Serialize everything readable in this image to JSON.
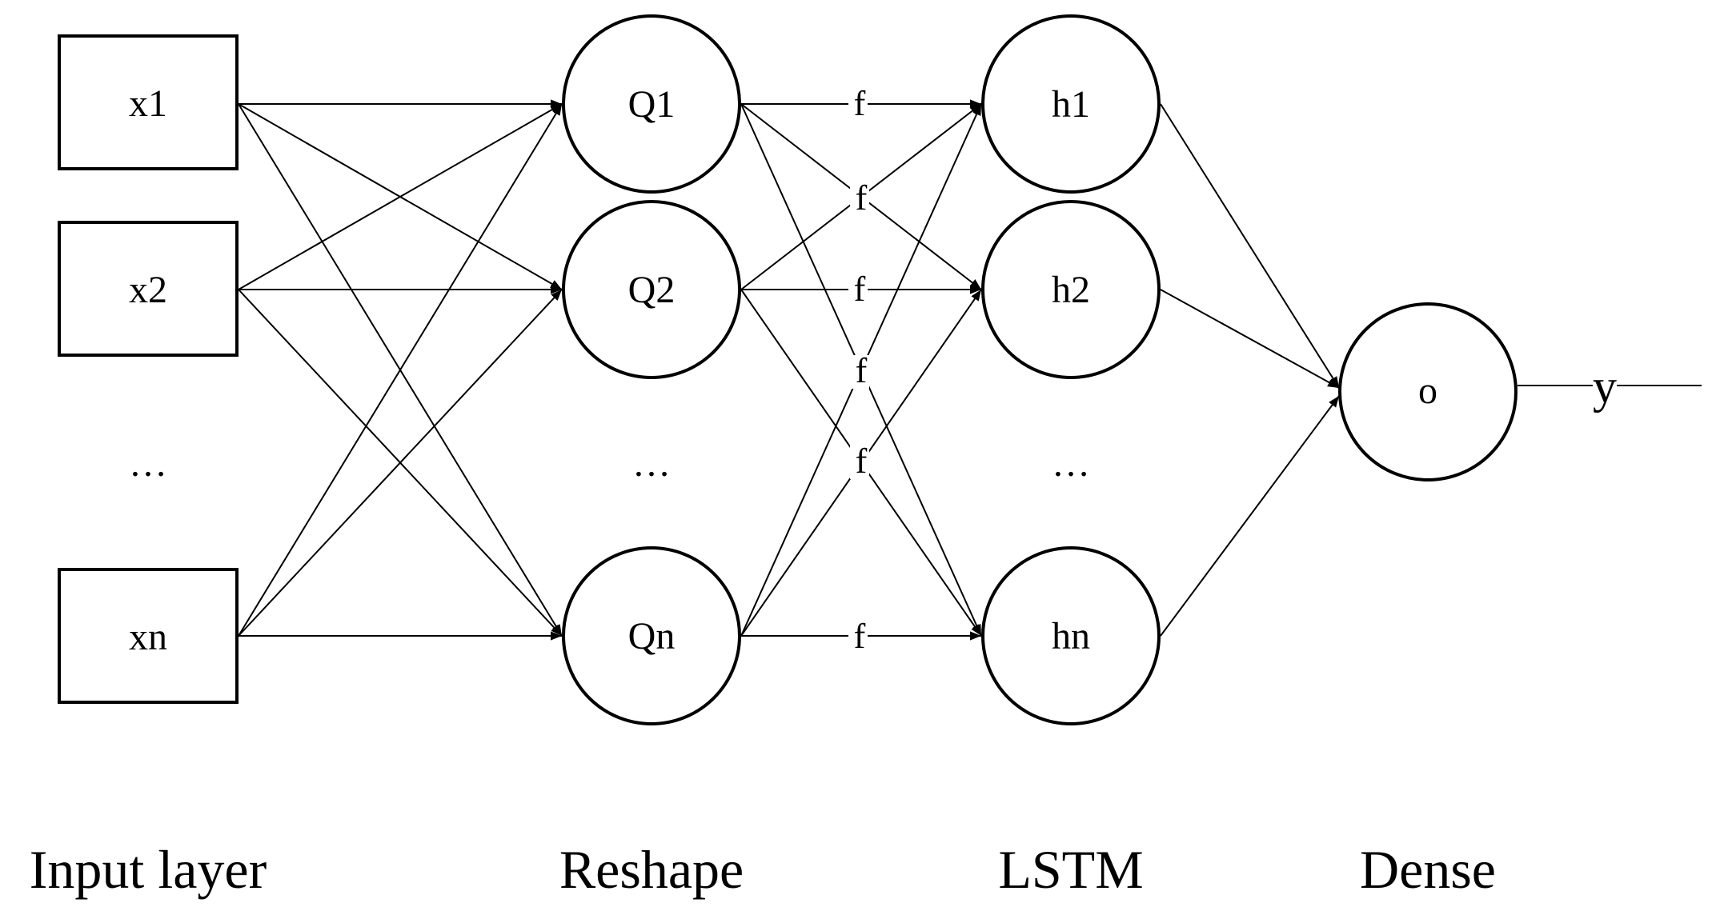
{
  "layers": {
    "input": "Input layer",
    "reshape": "Reshape",
    "lstm": "LSTM",
    "dense": "Dense"
  },
  "nodes": {
    "x1": "x1",
    "x2": "x2",
    "xn": "xn",
    "q1": "Q1",
    "q2": "Q2",
    "qn": "Qn",
    "h1": "h1",
    "h2": "h2",
    "hn": "hn",
    "o": "o"
  },
  "ellipses": {
    "input": "…",
    "reshape": "…",
    "lstm": "…"
  },
  "edge_label": "f",
  "output_label": "y"
}
